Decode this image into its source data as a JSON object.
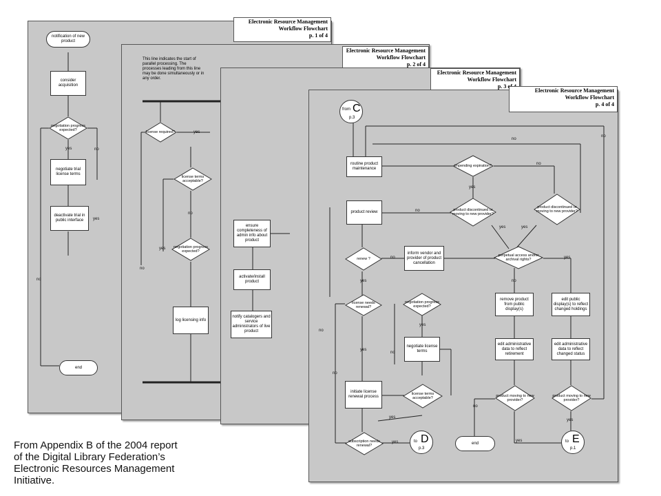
{
  "caption": [
    "From Appendix B of the 2004 report",
    "of the Digital Library Federation’s",
    "Electronic Resources Management",
    "Initiative."
  ],
  "pages": [
    {
      "header": [
        "Electronic Resource Management",
        "Workflow Flowchart",
        "p. 1 of 4"
      ],
      "nodes": {
        "notification": "notification of new product",
        "consider": "consider acquisition",
        "negotiation_expected": "negotiation progress expected?",
        "negotiate_trial": "negotiate trial license terms",
        "deactivate_trial": "deactivate trial in public interface",
        "end": "end"
      },
      "labels": {
        "yes1": "yes",
        "no1": "no",
        "yes2": "yes",
        "no_left": "no"
      }
    },
    {
      "header": [
        "Electronic Resource Management",
        "Workflow Flowchart",
        "p. 2 of 4"
      ],
      "note": "This line indicates the start of parallel processing. The processes leading from this line may be done simultaneously or in any order.",
      "nodes": {
        "license_required": "license required?",
        "license_terms": "license terms acceptable?",
        "negotiation_expected": "negotiation progress expected?",
        "log_licensing": "log licensing info"
      },
      "labels": {
        "yes1": "yes",
        "no1": "no",
        "yes2": "yes",
        "no2": "no"
      }
    },
    {
      "header": [
        "Electronic Resource Management",
        "Workflow Flowchart",
        "p. 3 of 4"
      ],
      "nodes": {
        "ensure": "ensure completeness of admin info about product",
        "activate": "activate/install product",
        "notify": "notify catalogers and service administrators of live product"
      }
    },
    {
      "header": [
        "Electronic Resource Management",
        "Workflow Flowchart",
        "p. 4 of 4"
      ],
      "from_c": {
        "text": "from",
        "letter": "C",
        "page": "p.3"
      },
      "nodes": {
        "routine": "routine product maintenance",
        "impending": "impending expiration?",
        "discontinued_a": "product discontinued or moving to new provider?",
        "discontinued_b": "product discontinued or moving to new provider?",
        "review": "product review",
        "renew": "renew ?",
        "inform": "inform vendor and provider of product cancellation",
        "perpetual": "perpetual access and/or archival rights?",
        "license_renewal": "license needs renewal?",
        "negotiation_expected": "negotiation progress expected?",
        "negotiate_terms": "negotiate license terms",
        "initiate_renewal": "initiate license renewal process",
        "license_terms": "license terms acceptable?",
        "subscription": "subscription needs renewal?",
        "remove": "remove product from public display(s)",
        "edit_public": "edit public display(s) to reflect changed holdings",
        "edit_admin_retire": "edit administrative data to reflect retirement",
        "edit_admin_status": "edit administrative data to reflect changed status",
        "moving_a": "product moving to new provider?",
        "moving_b": "product moving to new provider?",
        "end": "end"
      },
      "to_d": {
        "text": "to",
        "letter": "D",
        "page": "p.3"
      },
      "to_e": {
        "text": "to",
        "letter": "E",
        "page": "p.1"
      },
      "labels": {
        "no": "no",
        "yes": "yes"
      }
    }
  ]
}
